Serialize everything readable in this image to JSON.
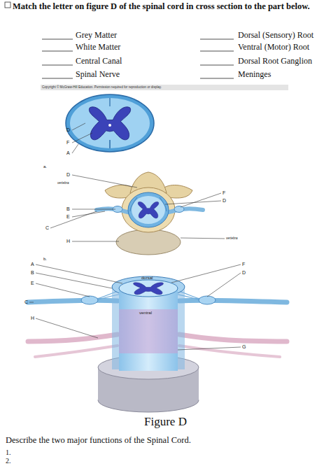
{
  "diagram": {
    "title": "Match the letter on figure D of the spinal cord in cross section to the part below.",
    "caption": "Figure D",
    "labels": [
      "Grey Matter",
      "White Matter",
      "Central Canal",
      "Spinal Nerve",
      "Dorsal (Sensory) Root",
      "Ventral (Motor) Root",
      "Dorsal Root Ganglion",
      "Meninges",
      "Copyright © McGraw-Hill Education. Permission required for reproduction or display.",
      "D",
      "F",
      "A",
      "a.",
      "D",
      "vertebra",
      "F",
      "D",
      "B",
      "E",
      "C",
      "H",
      "vertebra",
      "b.",
      "A",
      "B",
      "E",
      "C",
      "H",
      "dorsal",
      "F",
      "D",
      "ventral",
      "G",
      "Describe the two major functions of the Spinal Cord.",
      "1.",
      "2."
    ]
  }
}
